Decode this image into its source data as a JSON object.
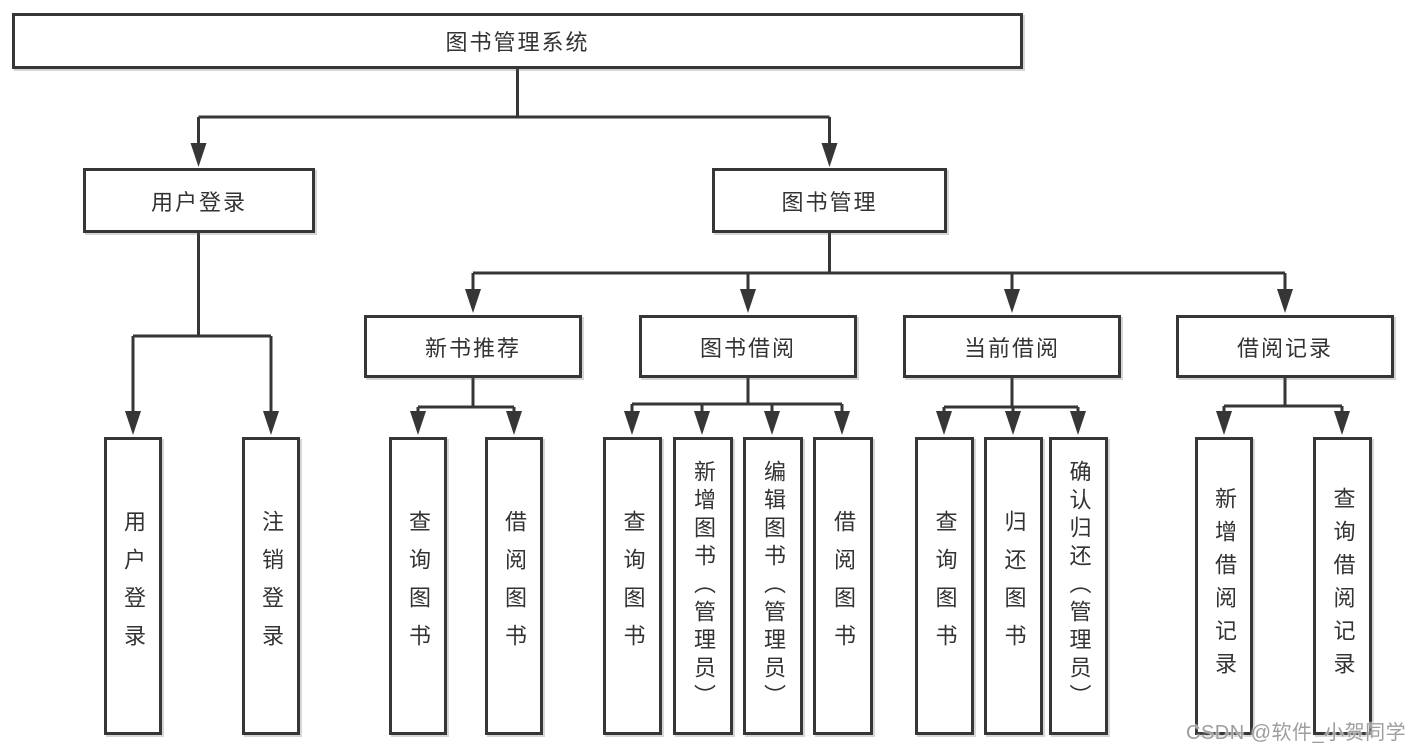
{
  "diagram": {
    "title": "图书管理系统",
    "watermark": "CSDN @软件_小贺同学",
    "colors": {
      "line": "#363636",
      "text": "#333333",
      "box_background": "#ffffff",
      "watermark": "#9e9e9e",
      "background": "#ffffff"
    },
    "root": {
      "label": "图书管理系统"
    },
    "level2": [
      {
        "label": "用户登录"
      },
      {
        "label": "图书管理"
      }
    ],
    "level3": [
      {
        "label": "新书推荐"
      },
      {
        "label": "图书借阅"
      },
      {
        "label": "当前借阅"
      },
      {
        "label": "借阅记录"
      }
    ],
    "leaves": [
      {
        "label": "用户登录"
      },
      {
        "label": "注销登录"
      },
      {
        "label": "查询图书"
      },
      {
        "label": "借阅图书"
      },
      {
        "label": "查询图书"
      },
      {
        "label": "新增图书（管理员）"
      },
      {
        "label": "编辑图书（管理员）"
      },
      {
        "label": "借阅图书"
      },
      {
        "label": "查询图书"
      },
      {
        "label": "归还图书"
      },
      {
        "label": "确认归还（管理员）"
      },
      {
        "label": "新增借阅记录"
      },
      {
        "label": "查询借阅记录"
      }
    ]
  }
}
